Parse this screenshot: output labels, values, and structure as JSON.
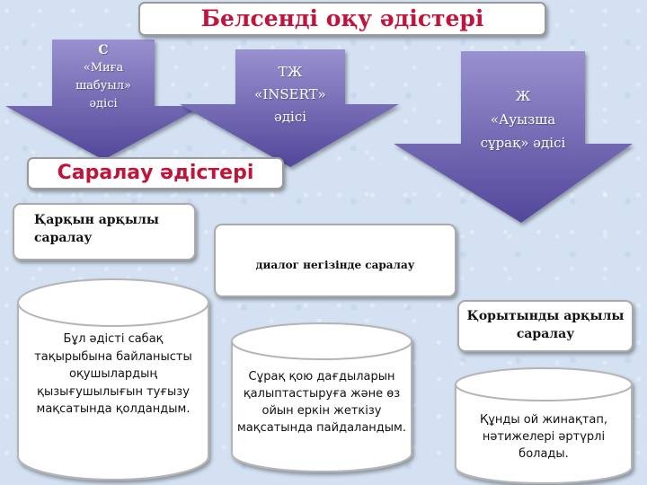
{
  "title": "Белсенді оқу әдістері",
  "arrows": [
    {
      "line1": "С",
      "line2": "«Миға",
      "line3": "шабуыл»",
      "line4": "әдісі"
    },
    {
      "line1": "ТЖ",
      "line2": "«INSERT»",
      "line3": "әдісі"
    },
    {
      "line1": "Ж",
      "line2": "«Ауызша",
      "line3": "сұрақ» әдісі"
    }
  ],
  "subtitle": "Саралау әдістері",
  "labels": {
    "pace": "Қарқын арқылы саралау",
    "dialog": "диалог негізінде саралау",
    "result": "Қорытынды арқылы саралау"
  },
  "cylinders": [
    {
      "text": "Бұл әдісті сабақ тақырыбына байланысты оқушылардың қызығушылығын туғызу мақсатында қолдандым."
    },
    {
      "text": "Сұрақ қою дағдыларын қалыптастыруға және өз ойын еркін жеткізу мақсатында пайдаландым."
    },
    {
      "text": "Құнды ой жинақтап, нәтижелері әртүрлі болады."
    }
  ],
  "colors": {
    "title_text": "#c0143a",
    "arrow_top": "#8f86c6",
    "arrow_bottom": "#5a4f9e"
  }
}
